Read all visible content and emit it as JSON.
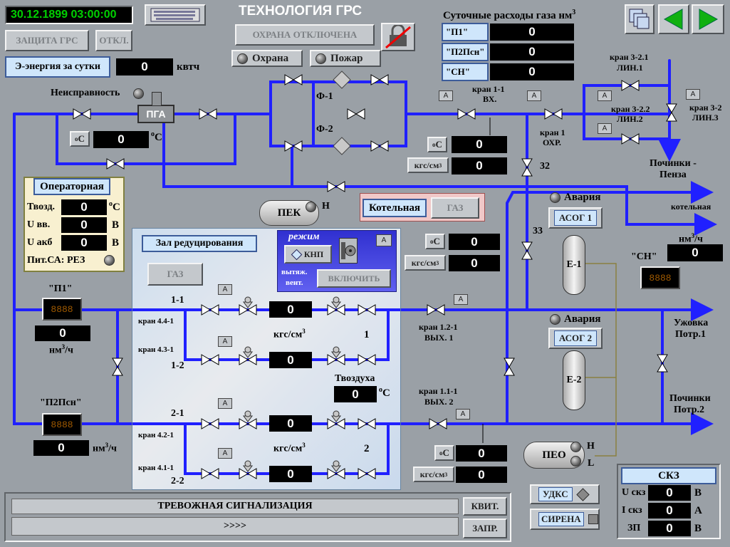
{
  "header": {
    "datetime": "30.12.1899 03:00:00",
    "title": "ТЕХНОЛОГИЯ ГРС"
  },
  "top_buttons": {
    "protect": "ЗАЩИТА ГРС",
    "off": "ОТКЛ.",
    "energy": "Э-энергия за сутки",
    "energy_val": "0",
    "energy_unit": "квтч",
    "guard_off": "ОХРАНА ОТКЛЮЧЕНА",
    "guard": "Охрана",
    "fire": "Пожар"
  },
  "daily": {
    "title": "Суточные расходы газа нм",
    "sup": "3",
    "rows": [
      {
        "label": "\"П1\"",
        "val": "0"
      },
      {
        "label": "\"П2Псн\"",
        "val": "0"
      },
      {
        "label": "\"СН\"",
        "val": "0"
      }
    ]
  },
  "pga": {
    "label": "ПГА",
    "fault": "Неисправность",
    "temp": "0",
    "unit_o": "o",
    "unit_c": "C"
  },
  "filters": {
    "f1": "Ф-1",
    "f2": "Ф-2"
  },
  "pek": {
    "label": "ПЕК",
    "h": "Н"
  },
  "inlet": {
    "kran11": "кран 1-1",
    "vx": "ВХ.",
    "temp": "0",
    "press": "0",
    "press_unit": "кгс/см",
    "kran1": "кран 1",
    "ohr": "ОХР.",
    "k32": "32",
    "k33": "33"
  },
  "lines3": {
    "k321": "кран 3-2.1",
    "lin1": "ЛИН.1",
    "k322": "кран 3-2.2",
    "lin2": "ЛИН.2",
    "k32": "кран 3-2",
    "lin3": "ЛИН.3",
    "dest": "Починки -",
    "dest2": "Пенза"
  },
  "boiler": {
    "label": "Котельная",
    "gas": "ГАЗ",
    "kot": "котельная",
    "nm": "нм",
    "per": "/ч",
    "sn_val": "0",
    "sn": "\"СН\""
  },
  "operator": {
    "title": "Операторная",
    "rows": [
      {
        "label": "Твозд.",
        "val": "0",
        "unit": "C"
      },
      {
        "label": "U вв.",
        "val": "0",
        "unit": "В"
      },
      {
        "label": "U акб",
        "val": "0",
        "unit": "В"
      }
    ],
    "pit": "Пит.СА: РЕЗ"
  },
  "hall": {
    "title": "Зал редуцирования",
    "gas": "ГАЗ",
    "mode": "режим",
    "knp": "КНП",
    "vent": "вытяж.",
    "vent2": "вент.",
    "enable": "ВКЛЮЧИТЬ",
    "l11": "1-1",
    "l12": "1-2",
    "l21": "2-1",
    "l22": "2-2",
    "v1": "0",
    "v2": "0",
    "v3": "0",
    "v4": "0",
    "kgs": "кгс/см",
    "n1": "1",
    "n2": "2",
    "tair": "Твоздуха",
    "tair_val": "0",
    "k441": "кран 4.4-1",
    "k431": "кран 4.3-1",
    "k421": "кран 4.2-1",
    "k411": "кран 4.1-1"
  },
  "p1": {
    "label": "\"П1\"",
    "val": "0",
    "unit": "нм",
    "per": "/ч"
  },
  "p2": {
    "label": "\"П2Псн\"",
    "val": "0",
    "unit": "нм",
    "per": "/ч"
  },
  "outlet": {
    "k121": "кран 1.2-1",
    "vyh1": "ВЫХ. 1",
    "k111": "кран 1.1-1",
    "vyh2": "ВЫХ. 2",
    "t1": "0",
    "p1": "0",
    "t2": "0",
    "p2": "0"
  },
  "consumers": {
    "c1": "Ужовка",
    "c1b": "Потр.1",
    "c2": "Починки",
    "c2b": "Потр.2"
  },
  "asog": {
    "alarm": "Авария",
    "a1": "АСОГ 1",
    "a2": "АСОГ 2",
    "e1": "Е-1",
    "e2": "Е-2"
  },
  "peo": {
    "label": "ПЕО",
    "h": "Н",
    "l": "L"
  },
  "alarm": {
    "title": "ТРЕВОЖНАЯ СИГНАЛИЗАЦИЯ",
    "line": ">>>>",
    "ack": "КВИТ.",
    "req": "ЗАПР."
  },
  "udks": {
    "u": "УДКС",
    "s": "СИРЕНА"
  },
  "skz": {
    "title": "СКЗ",
    "rows": [
      {
        "label": "U скз",
        "val": "0",
        "unit": "В"
      },
      {
        "label": "I скз",
        "val": "0",
        "unit": "А"
      },
      {
        "label": "ЗП",
        "val": "0",
        "unit": "В"
      }
    ]
  },
  "icons": {
    "keyboard": "keyboard-icon",
    "windows": "windows-icon",
    "back": "arrow-left-icon",
    "fwd": "arrow-right-icon",
    "lock": "lock-crossed-icon"
  },
  "colors": {
    "pipe": "#2020ff",
    "bg": "#9aa0a6",
    "accent": "#cfe6fb"
  }
}
